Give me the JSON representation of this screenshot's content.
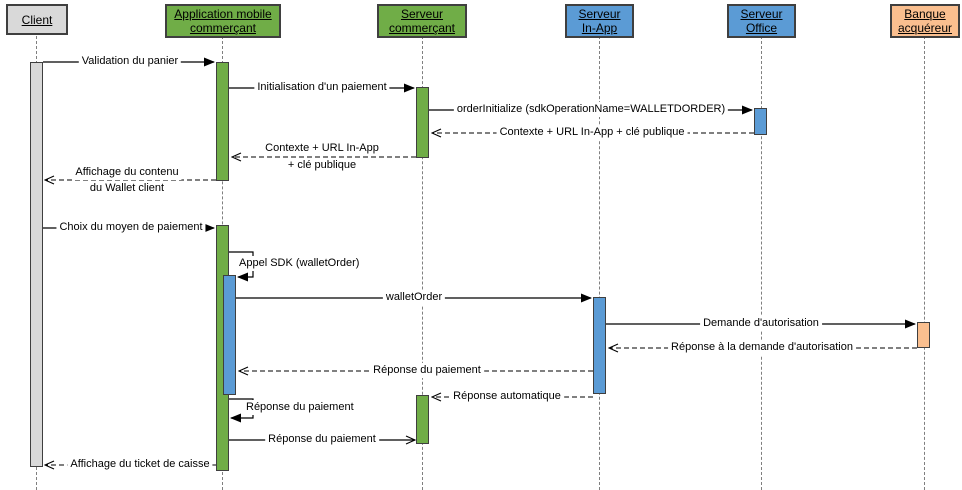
{
  "diagram_type": "uml-sequence",
  "actors": [
    {
      "id": "client",
      "label": "Client",
      "color": "#d9d9d9"
    },
    {
      "id": "application-mobile",
      "label": "Application mobile\ncommerçant",
      "color": "#70ad47"
    },
    {
      "id": "serveur-commercant",
      "label": "Serveur\ncommerçant",
      "color": "#70ad47"
    },
    {
      "id": "serveur-in-app",
      "label": "Serveur\nIn-App",
      "color": "#5b9bd5"
    },
    {
      "id": "serveur-office",
      "label": "Serveur\nOffice",
      "color": "#5b9bd5"
    },
    {
      "id": "banque-acquereur",
      "label": "Banque\nacquéreur",
      "color": "#fabf8f"
    }
  ],
  "messages": [
    {
      "label": "Validation du panier",
      "from": "Client",
      "to": "Application mobile commerçant",
      "line": "solid",
      "arrow": "filled"
    },
    {
      "label": "Initialisation d'un paiement",
      "from": "Application mobile commerçant",
      "to": "Serveur commerçant",
      "line": "solid",
      "arrow": "filled"
    },
    {
      "label": "orderInitialize (sdkOperationName=WALLETDORDER)",
      "from": "Serveur commerçant",
      "to": "Serveur Office",
      "line": "solid",
      "arrow": "filled"
    },
    {
      "label": "Contexte + URL In-App + clé publique",
      "from": "Serveur Office",
      "to": "Serveur commerçant",
      "line": "dashed",
      "arrow": "open"
    },
    {
      "label": "Contexte + URL In-App",
      "label2": "+ clé publique",
      "from": "Serveur commerçant",
      "to": "Application mobile commerçant",
      "line": "dashed",
      "arrow": "open"
    },
    {
      "label": "Affichage du contenu",
      "label2": "du Wallet client",
      "from": "Application mobile commerçant",
      "to": "Client",
      "line": "dashed",
      "arrow": "open"
    },
    {
      "label": "Choix du moyen de paiement",
      "from": "Client",
      "to": "Application mobile commerçant",
      "line": "solid",
      "arrow": "filled"
    },
    {
      "label": "Appel SDK (walletOrder)",
      "from": "Application mobile commerçant",
      "to": "Application mobile commerçant",
      "line": "solid",
      "arrow": "filled",
      "self": true
    },
    {
      "label": "walletOrder",
      "from": "Application mobile commerçant",
      "to": "Serveur In-App",
      "line": "solid",
      "arrow": "filled"
    },
    {
      "label": "Demande d'autorisation",
      "from": "Serveur In-App",
      "to": "Banque acquéreur",
      "line": "solid",
      "arrow": "filled"
    },
    {
      "label": "Réponse à la demande d'autorisation",
      "from": "Banque acquéreur",
      "to": "Serveur In-App",
      "line": "dashed",
      "arrow": "open"
    },
    {
      "label": "Réponse du paiement",
      "from": "Serveur In-App",
      "to": "Application mobile commerçant",
      "line": "dashed",
      "arrow": "open"
    },
    {
      "label": "Réponse automatique",
      "from": "Serveur In-App",
      "to": "Serveur commerçant",
      "line": "dashed",
      "arrow": "open"
    },
    {
      "label": "Réponse du paiement",
      "from": "Application mobile commerçant",
      "to": "Application mobile commerçant",
      "line": "solid",
      "arrow": "filled",
      "self": true
    },
    {
      "label": "Réponse du paiement",
      "from": "Application mobile commerçant",
      "to": "Serveur commerçant",
      "line": "solid",
      "arrow": "open"
    },
    {
      "label": "Affichage du ticket de caisse",
      "from": "Application mobile commerçant",
      "to": "Client",
      "line": "dashed",
      "arrow": "open"
    }
  ],
  "colors": {
    "activation_gray": "#d9d9d9",
    "activation_green": "#70ad47",
    "activation_blue": "#5b9bd5",
    "activation_orange": "#fabf8f",
    "border": "#3f3f3f",
    "lifeline": "#7f7f7f",
    "arrow": "#000000",
    "background": "#ffffff"
  }
}
